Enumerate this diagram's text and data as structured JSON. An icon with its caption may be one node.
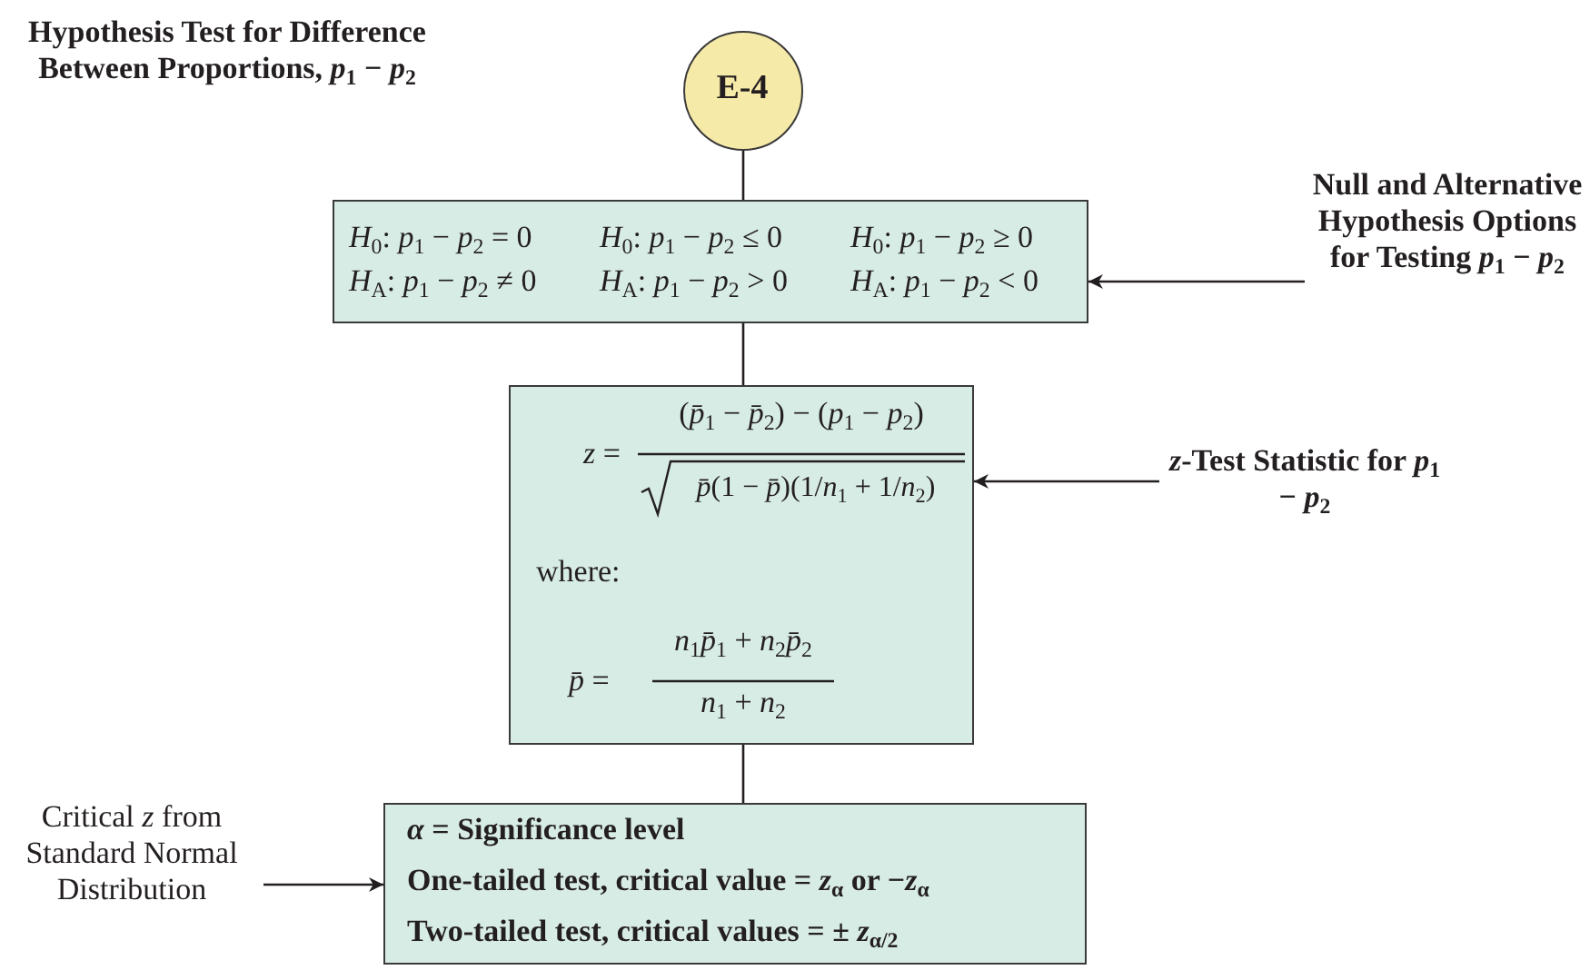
{
  "diagram": {
    "title": "Hypothesis Test for Difference Between Proportions, *p*$_{1}$ − *p*$_{2}$",
    "nodes": [
      {
        "text": [
          "E-4"
        ]
      },
      {
        "text": [
          "*H*$_{0}$: *p*$_{1}$ − *p*$_{2}$ = 0",
          "*H*$_{0}$: *p*$_{1}$ − *p*$_{2}$ ≤ 0",
          "*H*$_{0}$: *p*$_{1}$ − *p*$_{2}$ ≥ 0",
          "*H*$_{A}$: *p*$_{1}$ − *p*$_{2}$ ≠ 0",
          "*H*$_{A}$: *p*$_{1}$ − *p*$_{2}$ > 0",
          "*H*$_{A}$: *p*$_{1}$ − *p*$_{2}$ < 0"
        ]
      },
      {
        "text": [
          "*z* =",
          "(*p̄*$_{1}$ − *p̄*$_{2}$) − (*p*$_{1}$ − *p*$_{2}$)",
          "*p̄*(1 − *p̄*)(1/*n*$_{1}$ + 1/*n*$_{2}$)",
          "where:",
          "*p̄* =",
          "*n*$_{1}$*p̄*$_{1}$ + *n*$_{2}$*p̄*$_{2}$",
          "*n*$_{1}$ + *n*$_{2}$"
        ]
      },
      {
        "text": [
          "*α* = Significance level",
          "One-tailed test, critical value = *z*$_{α}$ or −*z*$_{α}$",
          "Two-tailed test, critical values = ± *z*$_{α/2}$"
        ]
      },
      {
        "text": [
          "Null and Alternative Hypothesis Options for Testing *p*$_{1}$ − *p*$_{2}$"
        ]
      },
      {
        "text": [
          "*z*-Test Statistic for *p*$_{1}$ − *p*$_{2}$"
        ]
      },
      {
        "text": [
          "Critical *z* from Standard Normal Distribution"
        ]
      }
    ],
    "edges": [
      {
        "from": 0,
        "to": 1,
        "arrow": "none"
      },
      {
        "from": 1,
        "to": 2,
        "arrow": "none"
      },
      {
        "from": 2,
        "to": 3,
        "arrow": "none"
      },
      {
        "from": 4,
        "to": 1,
        "arrow": "to"
      },
      {
        "from": 5,
        "to": 2,
        "arrow": "to"
      },
      {
        "from": 6,
        "to": 3,
        "arrow": "to"
      }
    ]
  }
}
